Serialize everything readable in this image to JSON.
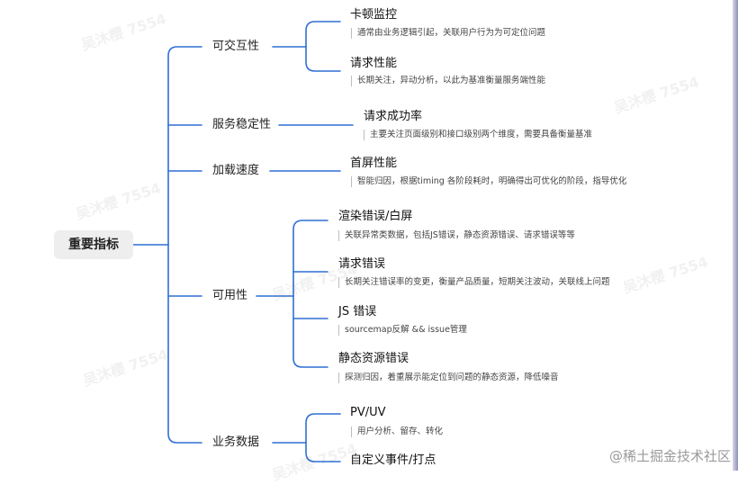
{
  "root": {
    "label": "重要指标"
  },
  "categories": [
    {
      "label": "可交互性",
      "items": [
        {
          "title": "卡顿监控",
          "note": "通常由业务逻辑引起，关联用户行为为可定位问题"
        },
        {
          "title": "请求性能",
          "note": "长期关注，异动分析，以此为基准衡量服务端性能"
        }
      ]
    },
    {
      "label": "服务稳定性",
      "items": [
        {
          "title": "请求成功率",
          "note": "主要关注页面级别和接口级别两个维度，需要具备衡量基准"
        }
      ]
    },
    {
      "label": "加载速度",
      "items": [
        {
          "title": "首屏性能",
          "note": "智能归因，根据timing 各阶段耗时，明确得出可优化的阶段，指导优化"
        }
      ]
    },
    {
      "label": "可用性",
      "items": [
        {
          "title": "渲染错误/白屏",
          "note": "关联异常类数据，包括JS错误，静态资源错误、请求错误等等"
        },
        {
          "title": "请求错误",
          "note": "长期关注错误率的变更，衡量产品质量，短期关注波动，关联线上问题"
        },
        {
          "title": "JS 错误",
          "note": "sourcemap反解 && issue管理"
        },
        {
          "title": "静态资源错误",
          "note": "探测归因，着重展示能定位到问题的静态资源，降低噪音"
        }
      ]
    },
    {
      "label": "业务数据",
      "items": [
        {
          "title": "PV/UV",
          "note": "用户分析、留存、转化"
        },
        {
          "title": "自定义事件/打点",
          "note": ""
        }
      ]
    }
  ],
  "watermark": "吴沐樱 7554",
  "credit": "@稀土掘金技术社区"
}
